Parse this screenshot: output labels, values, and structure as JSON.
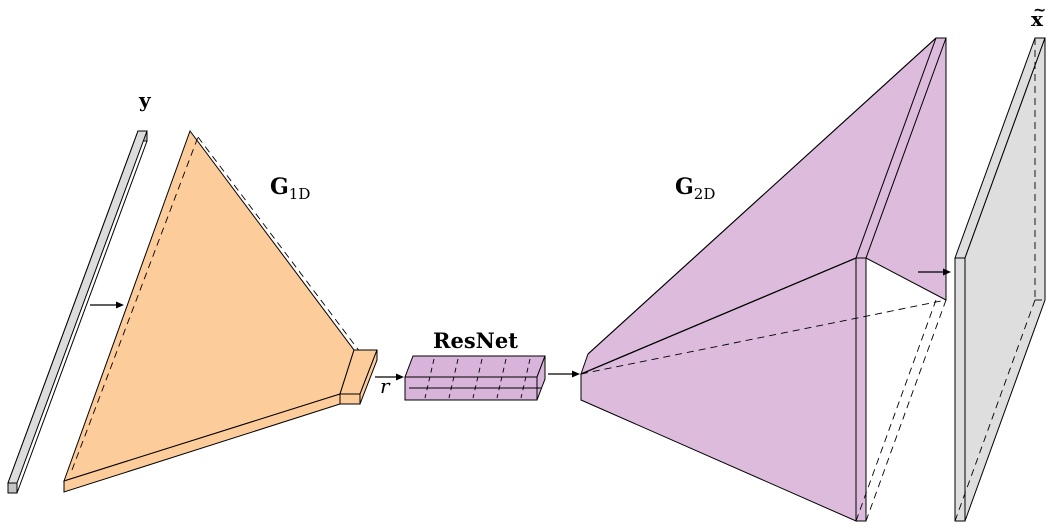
{
  "labels": {
    "input": "y",
    "generator_1d_main": "G",
    "generator_1d_sub": "1D",
    "latent": "r",
    "resnet": "ResNet",
    "generator_2d_main": "G",
    "generator_2d_sub": "2D",
    "output": "x",
    "output_accent": "~"
  },
  "colors": {
    "input_bar": "#dcdcdc",
    "generator_1d": "#fdcc9b",
    "resnet": "#d8b4da",
    "generator_2d": "#dcbbdc",
    "output_plane": "#dedede",
    "stroke": "#000000"
  }
}
